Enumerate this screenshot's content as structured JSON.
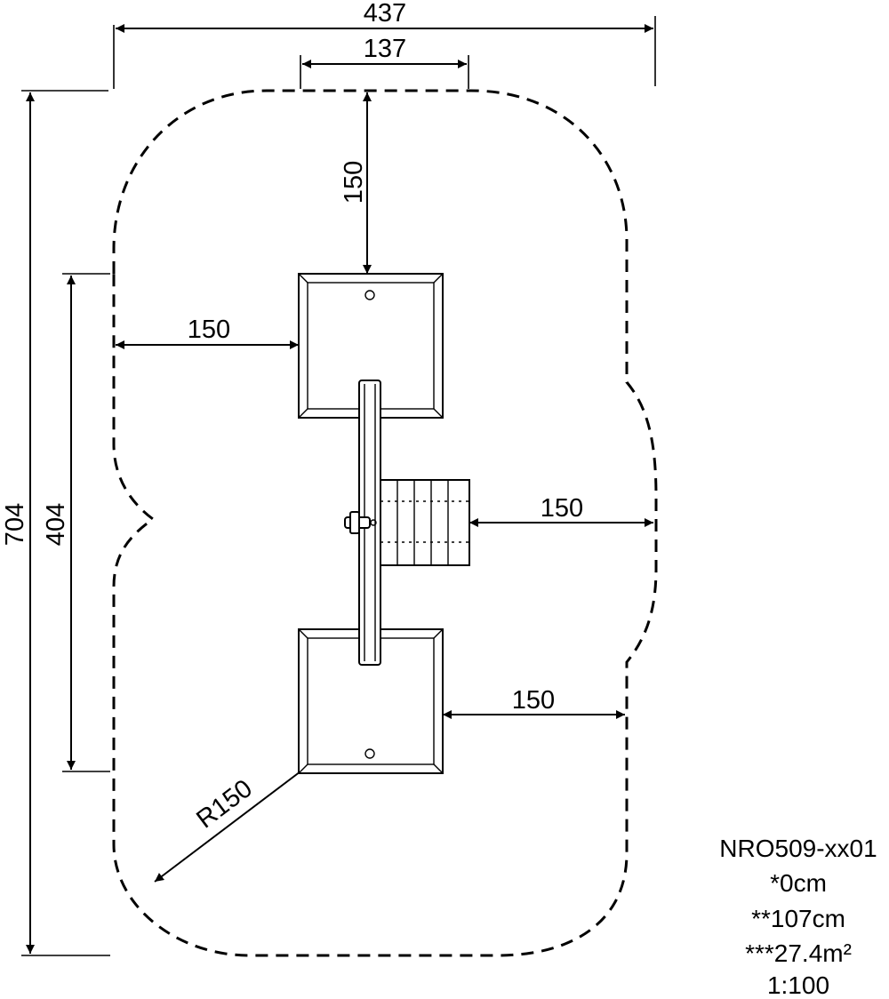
{
  "dimensions": {
    "overall_width": "437",
    "top_gap_width": "137",
    "top_clearance": "150",
    "left_clearance": "150",
    "right_clearance": "150",
    "bottom_right_clearance": "150",
    "overall_height": "704",
    "inner_height": "404",
    "corner_radius": "R150"
  },
  "info": {
    "product_code": "NRO509-xx01",
    "free_fall_height": "*0cm",
    "equipment_height": "**107cm",
    "safety_area": "***27.4m²",
    "scale": "1:100"
  }
}
